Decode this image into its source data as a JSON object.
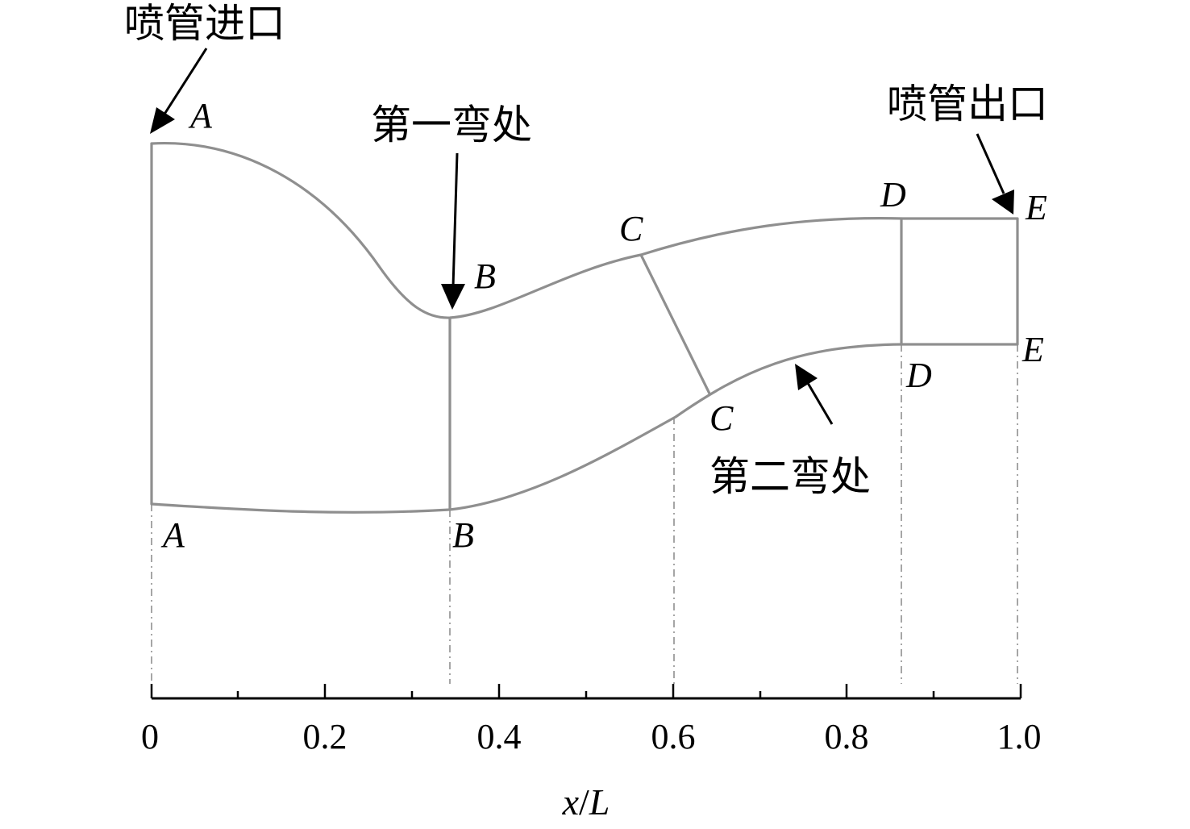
{
  "labels": {
    "inlet": "喷管进口",
    "outlet": "喷管出口",
    "first_bend": "第一弯处",
    "second_bend": "第二弯处"
  },
  "points": {
    "A_top": "A",
    "A_bottom": "A",
    "B_top": "B",
    "B_bottom": "B",
    "C_top": "C",
    "C_bottom": "C",
    "D_top": "D",
    "D_bottom": "D",
    "E_top": "E",
    "E_bottom": "E"
  },
  "axis": {
    "xlabel_var": "x",
    "xlabel_sep": "/",
    "xlabel_len": "L",
    "ticks": [
      "0",
      "0.2",
      "0.4",
      "0.6",
      "0.8",
      "1.0"
    ]
  },
  "colors": {
    "outline": "#8f8f8f",
    "text": "#000000"
  }
}
